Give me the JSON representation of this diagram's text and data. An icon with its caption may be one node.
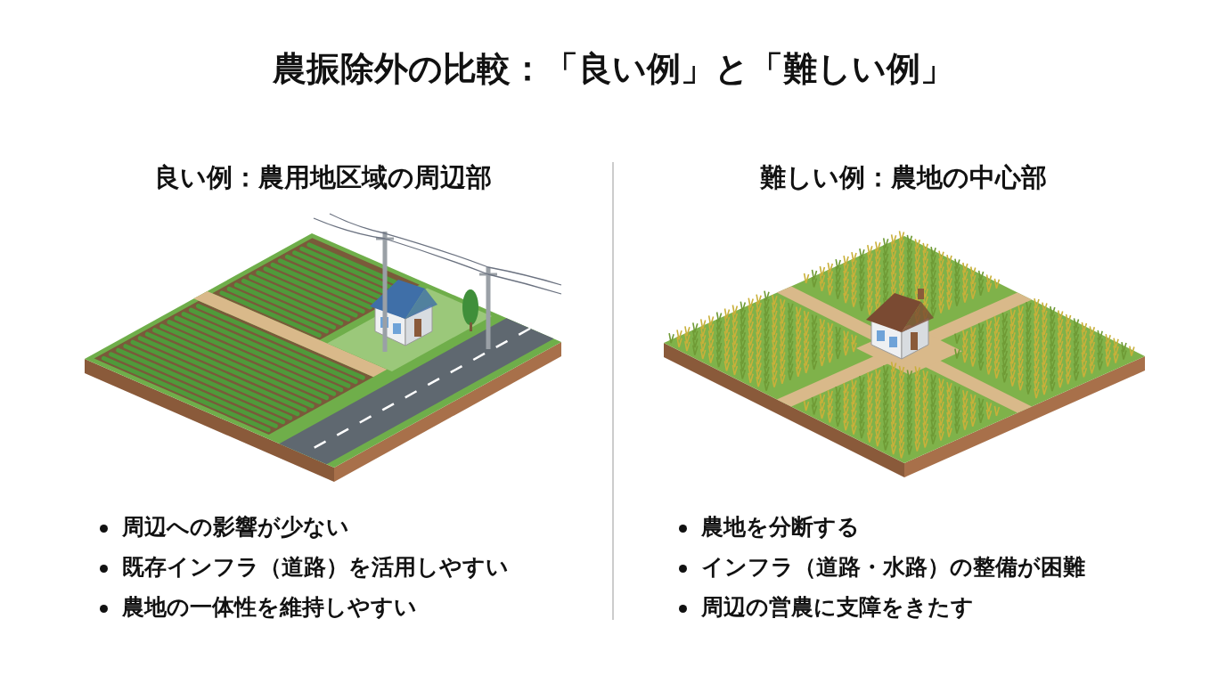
{
  "diagram": {
    "title": "農振除外の比較：「良い例」と「難しい例」",
    "labels": [
      "良い例：農用地区域の周辺部",
      "周辺への影響が少ない",
      "既存インフラ（道路）を活用しやすい",
      "農地の一体性を維持しやすい",
      "難しい例：農地の中心部",
      "農地を分断する",
      "インフラ（道路・水路）の整備が困難",
      "周辺の営農に支障をきたす"
    ]
  }
}
